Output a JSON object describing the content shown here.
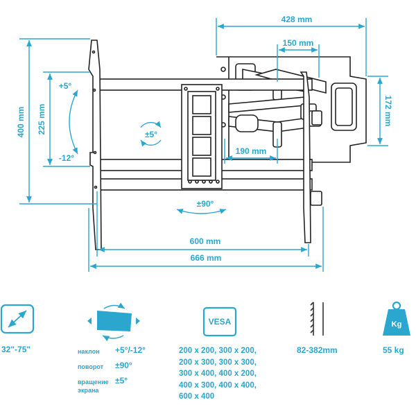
{
  "dimensions": {
    "width_top": "428 mm",
    "arm_offset": "150 mm",
    "height_right": "172 mm",
    "arm_length": "190 mm",
    "height_outer": "400 mm",
    "height_inner": "225 mm",
    "tilt_up": "+5°",
    "tilt_down": "-12°",
    "rotation": "±5°",
    "swivel": "±90°",
    "width_inner": "600 mm",
    "width_outer": "666 mm"
  },
  "specs": {
    "screen_size": "32\"-75\"",
    "tilt_label": "наклон",
    "tilt_value": "+5°/-12°",
    "swivel_label": "поворот",
    "swivel_value": "±90°",
    "rotation_label_1": "вращение",
    "rotation_label_2": "экрана",
    "rotation_value": "±5°",
    "vesa_icon_text": "VESA",
    "vesa_list": [
      "200 x 200, 300 x 200,",
      "200 x 300, 300 x 300,",
      "300 x 400, 400 x 200,",
      "400 x 300, 400 x 400,",
      "600 x 400"
    ],
    "wall_distance": "82-382mm",
    "weight_icon_text": "Kg",
    "max_load": "55 kg"
  },
  "colors": {
    "accent": "#2aa6cf",
    "line": "#222222"
  }
}
